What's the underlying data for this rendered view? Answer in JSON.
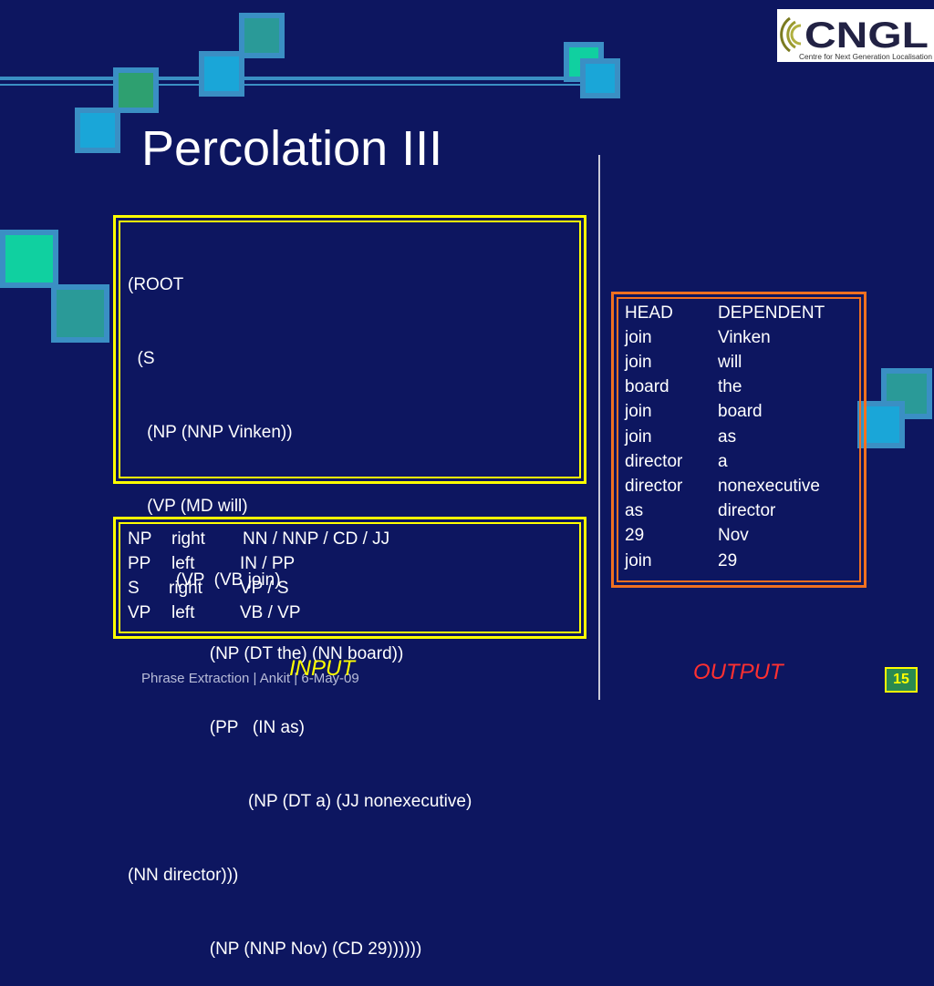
{
  "slide": {
    "title": "Percolation III",
    "logo": {
      "brand": "CNGL",
      "tagline": "Centre for Next Generation Localisation"
    },
    "parse_tree_lines": [
      "(ROOT",
      "  (S",
      "    (NP (NNP Vinken))",
      "    (VP (MD will)",
      "          (VP  (VB join)",
      "                 (NP (DT the) (NN board))",
      "                 (PP   (IN as)",
      "                         (NP (DT a) (JJ nonexecutive)",
      "(NN director)))",
      "                 (NP (NNP Nov) (CD 29))))))"
    ],
    "head_rules": [
      {
        "phrase": "NP",
        "direction": "right",
        "heads": "NN / NNP / CD / JJ"
      },
      {
        "phrase": "PP",
        "direction": "left",
        "heads": "IN / PP"
      },
      {
        "phrase": "S",
        "direction": "right",
        "heads": "VP / S"
      },
      {
        "phrase": "VP",
        "direction": "left",
        "heads": "VB / VP"
      }
    ],
    "dependencies": {
      "headers": [
        "HEAD",
        "DEPENDENT"
      ],
      "rows": [
        [
          "join",
          "Vinken"
        ],
        [
          "join",
          "will"
        ],
        [
          "board",
          "the"
        ],
        [
          "join",
          "board"
        ],
        [
          "join",
          "as"
        ],
        [
          "director",
          "a"
        ],
        [
          "director",
          "nonexecutive"
        ],
        [
          "as",
          "director"
        ],
        [
          "29",
          "Nov"
        ],
        [
          "join",
          "29"
        ]
      ]
    },
    "input_label": "INPUT",
    "output_label": "OUTPUT",
    "footer": "Phrase Extraction | Ankit | 6-May-09",
    "page_number": "15"
  },
  "colors": {
    "background": "#0d1660",
    "input_label": "#ffff00",
    "output_label": "#ff3030",
    "input_box": "#ffff00",
    "output_box": "#f07020"
  }
}
